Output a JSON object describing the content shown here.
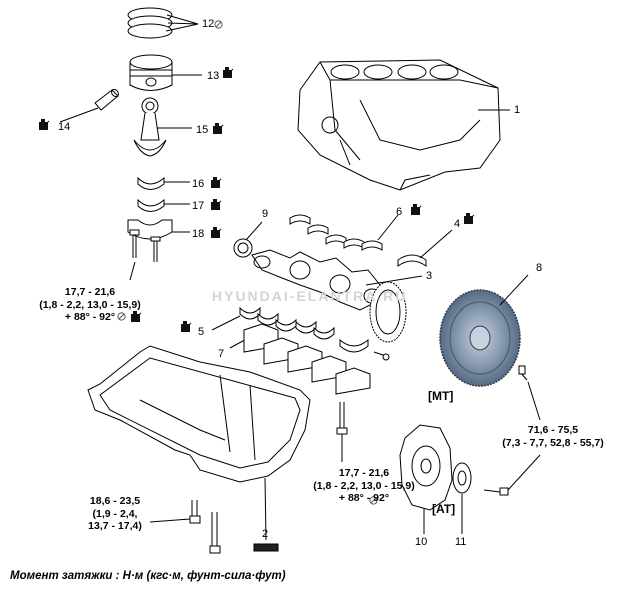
{
  "parts": [
    {
      "id": "piston-rings",
      "number": "12"
    },
    {
      "id": "piston",
      "number": "13"
    },
    {
      "id": "piston-pin",
      "number": "14"
    },
    {
      "id": "connecting-rod",
      "number": "15"
    },
    {
      "id": "upper-rod-bearing",
      "number": "16"
    },
    {
      "id": "lower-rod-bearing",
      "number": "17"
    },
    {
      "id": "rod-cap",
      "number": "18"
    },
    {
      "id": "cylinder-block",
      "number": "1"
    },
    {
      "id": "oil-seal",
      "number": "9"
    },
    {
      "id": "upper-main-bearings",
      "number": "6"
    },
    {
      "id": "thrust-bearing-upper",
      "number": "4"
    },
    {
      "id": "crankshaft",
      "number": "3"
    },
    {
      "id": "thrust-bearing-lower",
      "number": "5"
    },
    {
      "id": "lower-main-bearings",
      "number": "7"
    },
    {
      "id": "flywheel",
      "number": "8"
    },
    {
      "id": "oil-pan",
      "number": "2"
    },
    {
      "id": "drive-plate",
      "number": "10"
    },
    {
      "id": "adapter-plate",
      "number": "11"
    }
  ],
  "torques": {
    "rod_cap_bolt": {
      "line1": "17,7 - 21,6",
      "line2": "(1,8 - 2,2, 13,0 - 15,9)",
      "line3": "+ 88° - 92°"
    },
    "main_bearing_bolt": {
      "line1": "17,7 - 21,6",
      "line2": "(1,8 - 2,2, 13,0 - 15,9)",
      "line3": "+ 88° - 92°"
    },
    "oil_pan_bolt": {
      "line1": "18,6 - 23,5",
      "line2": "(1,9 - 2,4,",
      "line3": "13,7 - 17,4)"
    },
    "flywheel_bolt": {
      "line1": "71,6 - 75,5",
      "line2": "(7,3 - 7,7, 52,8 - 55,7)"
    }
  },
  "variants": {
    "mt": "[MT]",
    "at": "[AT]"
  },
  "watermark": "HYUNDAI-ELANTRA.RU",
  "footer": "Момент затяжки : Н·м (кгс·м, фунт-сила·фут)",
  "colors": {
    "line": "#000000",
    "part_fill": "#ffffff",
    "flywheel": "#7a8ea6",
    "flywheel_dark": "#4f6179"
  }
}
